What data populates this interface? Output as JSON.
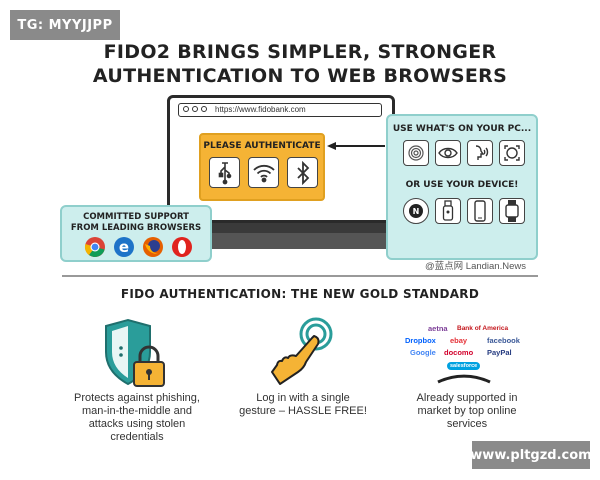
{
  "watermarks": {
    "top_left": "TG: MYYJJPP",
    "bottom_right": "www.pltgzd.com"
  },
  "title": {
    "line1": "FIDO2 BRINGS SIMPLER, STRONGER",
    "line2": "AUTHENTICATION TO WEB BROWSERS"
  },
  "browser": {
    "url": "https://www.fidobank.com"
  },
  "authenticate": {
    "label": "PLEASE AUTHENTICATE",
    "icons": [
      "usb-icon",
      "wifi-icon",
      "bluetooth-icon"
    ]
  },
  "pc_panel": {
    "heading_top": "USE WHAT'S ON YOUR PC...",
    "heading_bottom": "OR USE YOUR DEVICE!",
    "pc_icons": [
      "fingerprint-icon",
      "eye-icon",
      "voice-icon",
      "face-icon"
    ],
    "device_icons": [
      "nfc-key-icon",
      "usb-key-icon",
      "phone-icon",
      "watch-icon"
    ]
  },
  "support": {
    "line1": "COMMITTED SUPPORT",
    "line2": "FROM LEADING BROWSERS",
    "browsers": [
      "chrome-icon",
      "edge-icon",
      "firefox-icon",
      "opera-icon"
    ]
  },
  "credit": "@蓝点网 Landian.News",
  "section_title": "FIDO AUTHENTICATION: THE NEW GOLD STANDARD",
  "features": [
    {
      "icon": "shield-lock-icon",
      "lines": [
        "Protects against phishing,",
        "man-in-the-middle and",
        "attacks using stolen",
        "credentials"
      ]
    },
    {
      "icon": "hand-touch-icon",
      "lines": [
        "Log in with a single",
        "gesture – HASSLE FREE!"
      ]
    },
    {
      "icon": "partner-logos-icon",
      "lines": [
        "Already supported in",
        "market by top online",
        "services"
      ]
    }
  ],
  "partners": [
    "aetna",
    "Bank of America",
    "Dropbox",
    "ebay",
    "facebook",
    "Google",
    "docomo",
    "PayPal",
    "salesforce"
  ],
  "colors": {
    "accent_orange": "#f5b335",
    "panel_teal": "#cdeeed",
    "shield_teal": "#2a9d9a"
  }
}
